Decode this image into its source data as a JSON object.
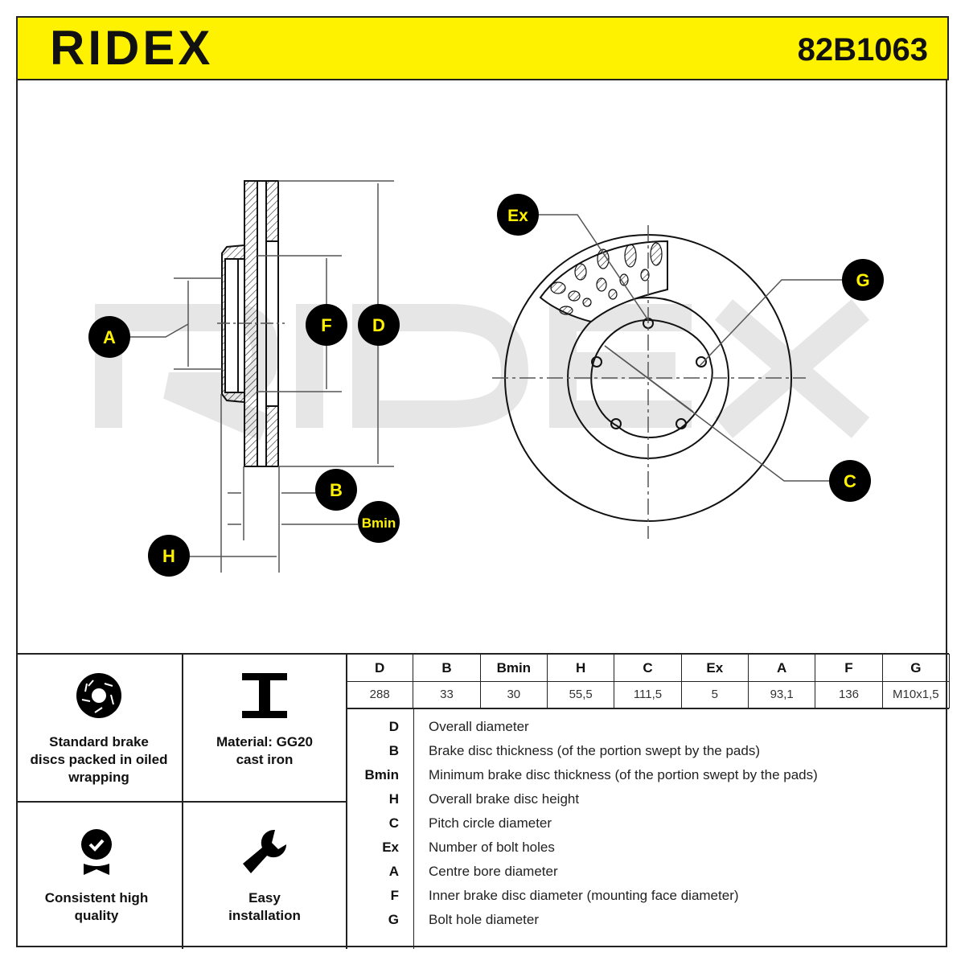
{
  "header": {
    "brand": "RIDEX",
    "part_number": "82B1063",
    "background": "#fff200"
  },
  "diagram": {
    "watermark": "RIDEX",
    "callouts": [
      "A",
      "F",
      "D",
      "B",
      "Bmin",
      "H",
      "Ex",
      "G",
      "C"
    ],
    "callout_bg": "#000000",
    "callout_fg": "#fff200"
  },
  "features": [
    {
      "icon": "brake-disc-icon",
      "label_lines": [
        "Standard brake",
        "discs packed in oiled",
        "wrapping"
      ]
    },
    {
      "icon": "i-beam-icon",
      "label_lines": [
        "Material: GG20",
        "cast iron"
      ]
    },
    {
      "icon": "quality-badge-icon",
      "label_lines": [
        "Consistent high",
        "quality"
      ]
    },
    {
      "icon": "wrench-icon",
      "label_lines": [
        "Easy",
        "installation"
      ]
    }
  ],
  "specs": {
    "headers": [
      "D",
      "B",
      "Bmin",
      "H",
      "C",
      "Ex",
      "A",
      "F",
      "G"
    ],
    "values": [
      "288",
      "33",
      "30",
      "55,5",
      "111,5",
      "5",
      "93,1",
      "136",
      "M10x1,5"
    ]
  },
  "legend": [
    {
      "key": "D",
      "text": "Overall diameter"
    },
    {
      "key": "B",
      "text": "Brake disc thickness (of the portion swept by the pads)"
    },
    {
      "key": "Bmin",
      "text": "Minimum brake disc thickness (of the portion swept by the pads)"
    },
    {
      "key": "H",
      "text": "Overall brake disc height"
    },
    {
      "key": "C",
      "text": "Pitch circle diameter"
    },
    {
      "key": "Ex",
      "text": "Number of bolt holes"
    },
    {
      "key": "A",
      "text": "Centre bore diameter"
    },
    {
      "key": "F",
      "text": "Inner brake disc diameter (mounting face diameter)"
    },
    {
      "key": "G",
      "text": "Bolt hole diameter"
    }
  ]
}
